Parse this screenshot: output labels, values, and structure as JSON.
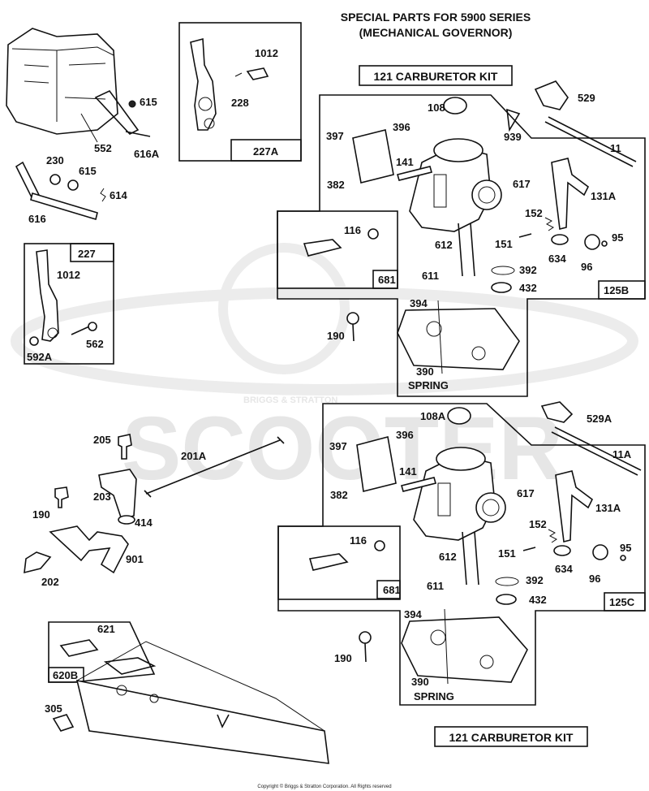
{
  "header": {
    "line1": "SPECIAL PARTS FOR 5900 SERIES",
    "line2": "(MECHANICAL GOVERNOR)"
  },
  "kits": {
    "top": "121 CARBURETOR KIT",
    "bottom": "121 CARBURETOR KIT"
  },
  "watermark": {
    "text": "SCOOTER",
    "sub": "BRIGGS & STRATTON"
  },
  "copyright": "Copyright © Briggs & Stratton Corporation. All Rights reserved",
  "labels": {
    "615a": "615",
    "552": "552",
    "616A": "616A",
    "230": "230",
    "615b": "615",
    "614": "614",
    "616": "616",
    "1012a": "1012",
    "228": "228",
    "227A": "227A",
    "227": "227",
    "1012b": "1012",
    "592A": "592A",
    "562": "562",
    "108": "108",
    "939": "939",
    "529": "529",
    "397a": "397",
    "396a": "396",
    "141a": "141",
    "382a": "382",
    "617a": "617",
    "11": "11",
    "131Aa": "131A",
    "152a": "152",
    "116a": "116",
    "151a": "151",
    "634a": "634",
    "95a": "95",
    "612a": "612",
    "96a": "96",
    "392a": "392",
    "681a": "681",
    "611a": "611",
    "432a": "432",
    "125B": "125B",
    "394a": "394",
    "190a": "190",
    "390a": "390",
    "springA": "SPRING",
    "108A": "108A",
    "529A": "529A",
    "397b": "397",
    "396b": "396",
    "11A": "11A",
    "141b": "141",
    "382b": "382",
    "617b": "617",
    "131Ab": "131A",
    "152b": "152",
    "116b": "116",
    "151b": "151",
    "95b": "95",
    "612b": "612",
    "634b": "634",
    "96b": "96",
    "681b": "681",
    "611b": "611",
    "392b": "392",
    "432b": "432",
    "125C": "125C",
    "394b": "394",
    "190b": "190",
    "390b": "390",
    "springB": "SPRING",
    "205": "205",
    "201A": "201A",
    "203": "203",
    "190c": "190",
    "414": "414",
    "901": "901",
    "202": "202",
    "621": "621",
    "620B": "620B",
    "305": "305"
  }
}
